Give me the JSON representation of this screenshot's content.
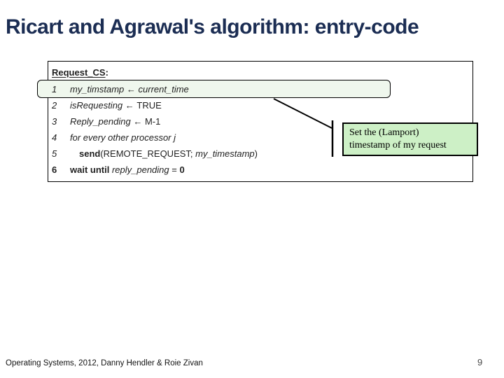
{
  "slide": {
    "title": "Ricart and Agrawal's algorithm: entry-code"
  },
  "code_block": {
    "header": "Request_CS",
    "header_colon": ":",
    "lines": [
      {
        "num": "1",
        "num_style": "i",
        "indent": 0,
        "highlighted": true,
        "segments": [
          {
            "t": "my_timstamp",
            "s": "i"
          },
          {
            "t": " ← ",
            "s": "b"
          },
          {
            "t": "current_time",
            "s": "i"
          }
        ]
      },
      {
        "num": "2",
        "num_style": "i",
        "indent": 0,
        "highlighted": false,
        "segments": [
          {
            "t": "isRequesting",
            "s": "i"
          },
          {
            "t": " ← ",
            "s": "b"
          },
          {
            "t": "TRUE",
            "s": "n"
          }
        ]
      },
      {
        "num": "3",
        "num_style": "i",
        "indent": 0,
        "highlighted": false,
        "segments": [
          {
            "t": "Reply_pending",
            "s": "i"
          },
          {
            "t": " ← ",
            "s": "b"
          },
          {
            "t": "M-1",
            "s": "n"
          }
        ]
      },
      {
        "num": "4",
        "num_style": "i",
        "indent": 0,
        "highlighted": false,
        "segments": [
          {
            "t": "for every other processor j",
            "s": "i"
          }
        ]
      },
      {
        "num": "5",
        "num_style": "i",
        "indent": 1,
        "highlighted": false,
        "segments": [
          {
            "t": "send",
            "s": "b"
          },
          {
            "t": "(REMOTE_REQUEST; ",
            "s": "n"
          },
          {
            "t": "my_timestamp",
            "s": "i"
          },
          {
            "t": ")",
            "s": "n"
          }
        ]
      },
      {
        "num": "6",
        "num_style": "b",
        "indent": 0,
        "highlighted": false,
        "segments": [
          {
            "t": "wait until ",
            "s": "b"
          },
          {
            "t": "reply_pending",
            "s": "i"
          },
          {
            "t": " = ",
            "s": "n"
          },
          {
            "t": "0",
            "s": "b"
          }
        ]
      }
    ]
  },
  "callout": {
    "text_line1": "Set the (Lamport)",
    "text_line2": "timestamp of my request"
  },
  "footer": {
    "credits": "Operating Systems, 2012, Danny Hendler & Roie Zivan",
    "page_number": "9"
  },
  "colors": {
    "title": "#1b2d53",
    "code_text": "#1f1f1f",
    "highlight_fill": "#eff7ed",
    "callout_fill": "#cdf0c6",
    "border": "#000000",
    "page_number": "#4a4a4a"
  }
}
